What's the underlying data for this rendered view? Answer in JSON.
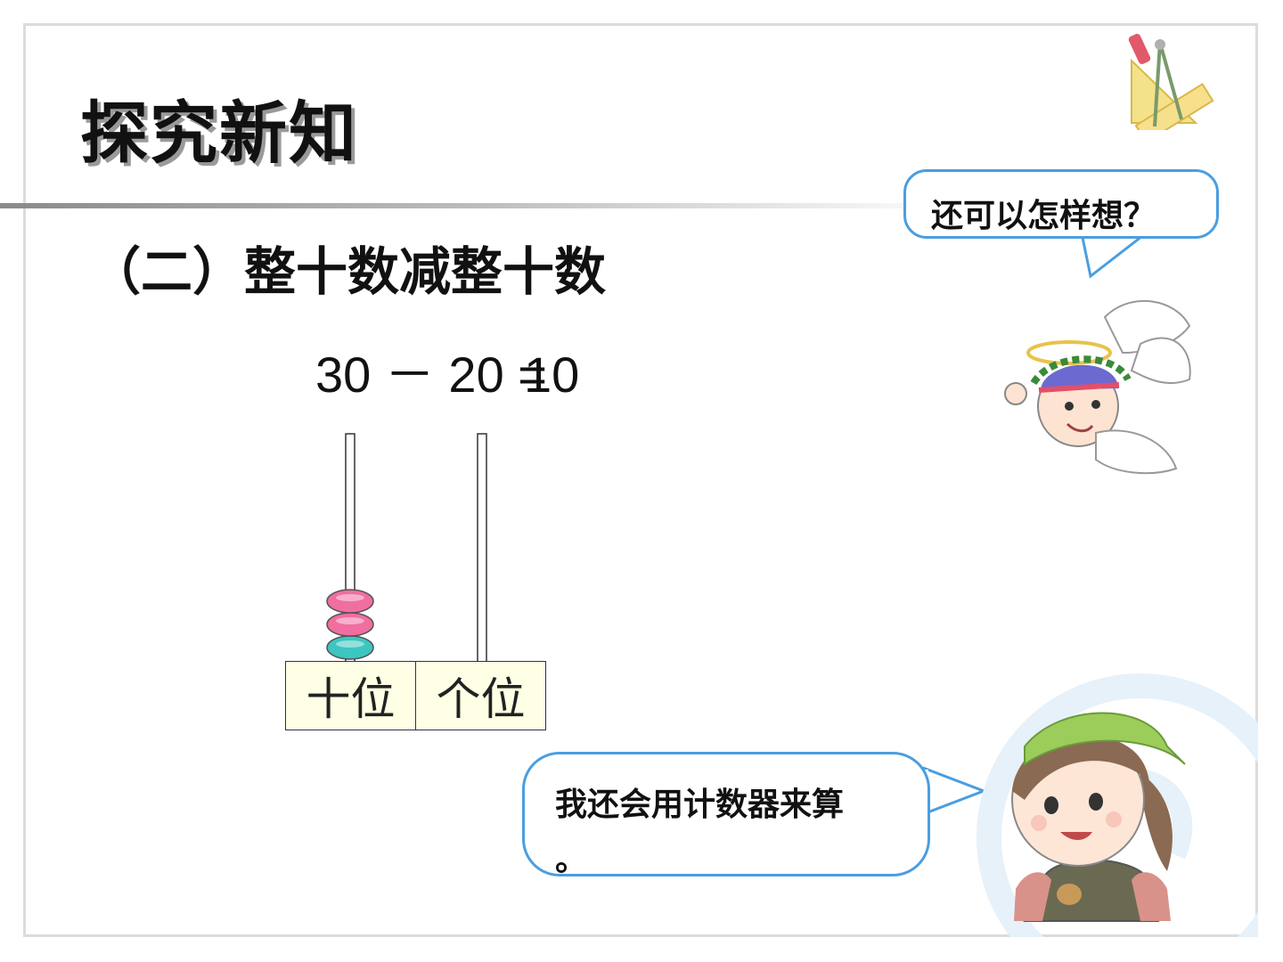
{
  "slide": {
    "title": "探究新知",
    "subtitle": "（二）整十数减整十数",
    "equation": {
      "left": "30",
      "operator": "－",
      "right": "20",
      "equals": "=",
      "result": "10"
    },
    "abacus": {
      "tens_label": "十位",
      "ones_label": "个位",
      "tens_beads": 3,
      "ones_beads": 0
    },
    "bubble_top": "还可以怎样想？",
    "bubble_bottom_line1": "我还会用计数器来算",
    "bubble_bottom_line2": "。"
  },
  "colors": {
    "bubble_border": "#4a9ee0",
    "bead_pink": "#f06ea0",
    "bead_teal": "#3cc6c0",
    "place_box_fill": "#ffffe6"
  },
  "icons": [
    "geometry-tools-icon",
    "angel-character-illustration",
    "girl-character-illustration"
  ]
}
